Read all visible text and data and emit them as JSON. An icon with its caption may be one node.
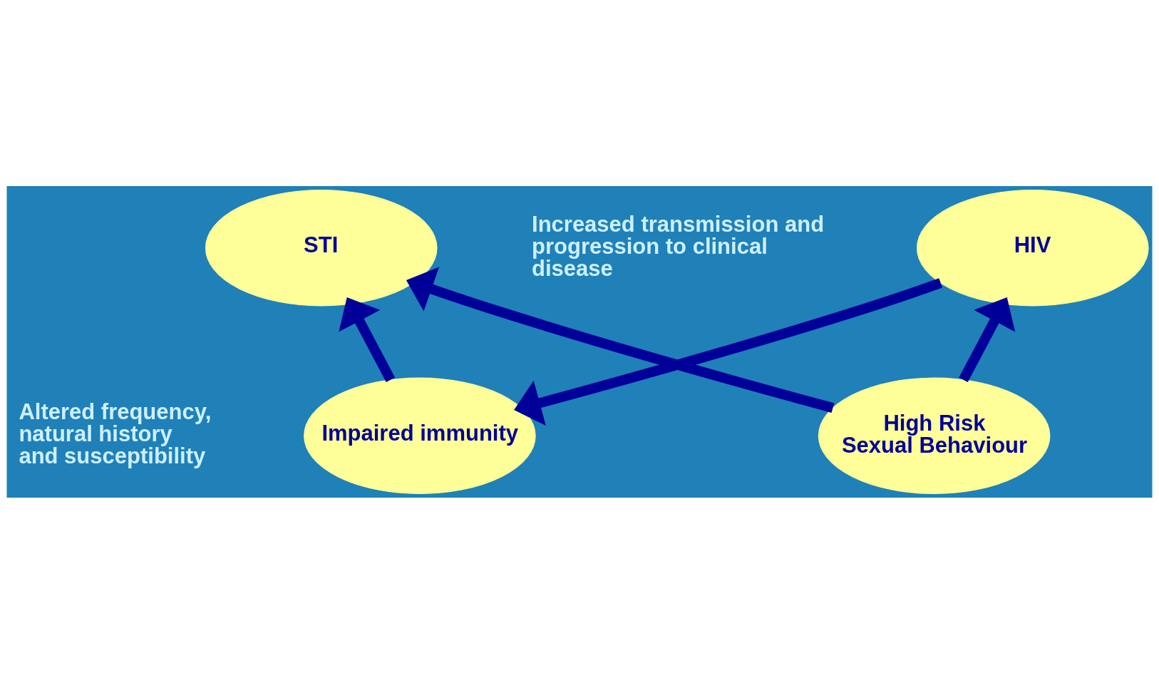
{
  "diagram": {
    "nodes": [
      {
        "text": [
          "Impaired immunity"
        ]
      },
      {
        "text": [
          "STI"
        ]
      },
      {
        "text": [
          "HIV"
        ]
      },
      {
        "text": [
          "High Risk Sexual Behaviour"
        ]
      }
    ],
    "edges": [
      {
        "from": 0,
        "to": 1,
        "arrow": "to"
      },
      {
        "from": 2,
        "to": 0,
        "arrow": "to"
      },
      {
        "from": 3,
        "to": 1,
        "arrow": "to"
      },
      {
        "from": 3,
        "to": 2,
        "arrow": "to"
      }
    ],
    "labels": [
      "Altered frequency, natural history and susceptibility",
      "Increased transmission and progression to clinical disease"
    ]
  }
}
